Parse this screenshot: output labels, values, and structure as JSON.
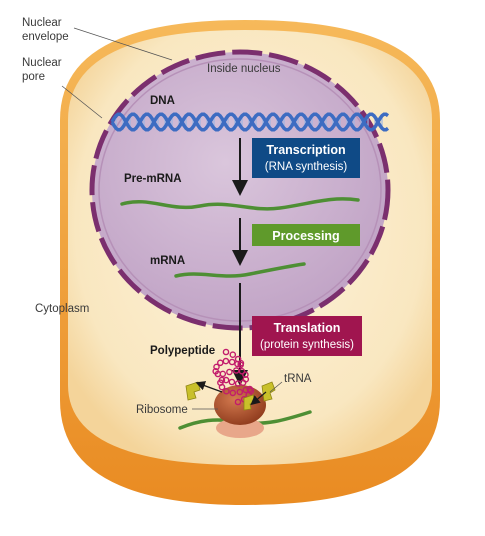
{
  "labels": {
    "nuclear_envelope_line1": "Nuclear",
    "nuclear_envelope_line2": "envelope",
    "nuclear_pore_line1": "Nuclear",
    "nuclear_pore_line2": "pore",
    "inside_nucleus": "Inside nucleus",
    "dna": "DNA",
    "pre_mrna": "Pre-mRNA",
    "mrna": "mRNA",
    "cytoplasm": "Cytoplasm",
    "polypeptide": "Polypeptide",
    "trna": "tRNA",
    "ribosome": "Ribosome"
  },
  "steps": {
    "transcription": {
      "title": "Transcription",
      "subtitle": "(RNA synthesis)",
      "color": "#0f4a86"
    },
    "processing": {
      "title": "Processing",
      "color": "#5f9a2b"
    },
    "translation": {
      "title": "Translation",
      "subtitle": "(protein synthesis)",
      "color": "#a0154f"
    }
  },
  "colors": {
    "cytoplasm": "#f9e7c0",
    "cell_rim": "#f1a23a",
    "nucleus": "#cbb1cf",
    "envelope": "#7b2f6e",
    "dna": "#3d6cc2",
    "mrna": "#4e8f34",
    "ribosome": "#b4542e",
    "polypeptide": "#c21c6c",
    "trna": "#c9c02a"
  }
}
